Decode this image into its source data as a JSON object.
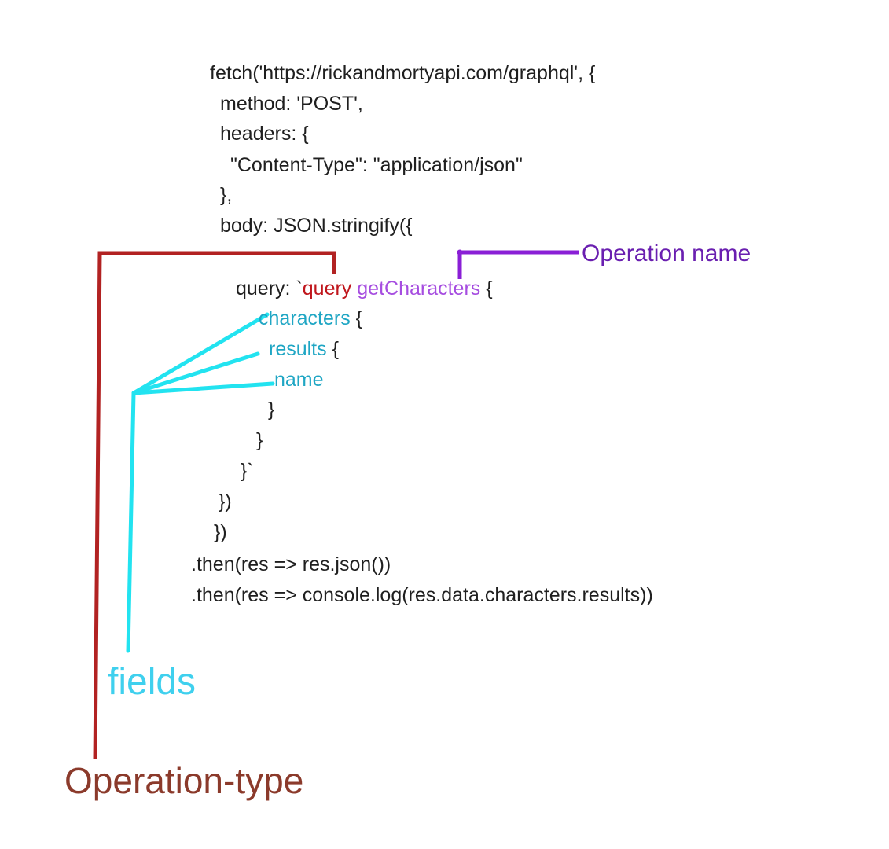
{
  "code": {
    "lines": [
      "fetch('https://rickandmortyapi.com/graphql', {",
      "method: 'POST',",
      "headers: {",
      "\"Content-Type\": \"application/json\"",
      "},",
      "body: JSON.stringify({",
      "}",
      "}",
      "}`",
      "})",
      "})",
      ".then(res => res.json())",
      ".then(res => console.log(res.data.characters.results))"
    ],
    "query_prefix": "query: `",
    "query_type": "query",
    "query_name": "getCharacters",
    "query_brace": " {",
    "field_characters": "characters",
    "field_results": "results",
    "field_name": "name",
    "brace_open": " {"
  },
  "annotations": {
    "operation_name": "Operation name",
    "fields": "fields",
    "operation_type": "Operation-type"
  },
  "colors": {
    "operation_type": "#b22222",
    "operation_type_text": "#8b3a2b",
    "operation_name": "#8a1fd6",
    "operation_name_text": "#6a1fb0",
    "fields": "#22e3f0",
    "fields_text": "#3fd0ee",
    "code_text": "#1f1f1f"
  }
}
